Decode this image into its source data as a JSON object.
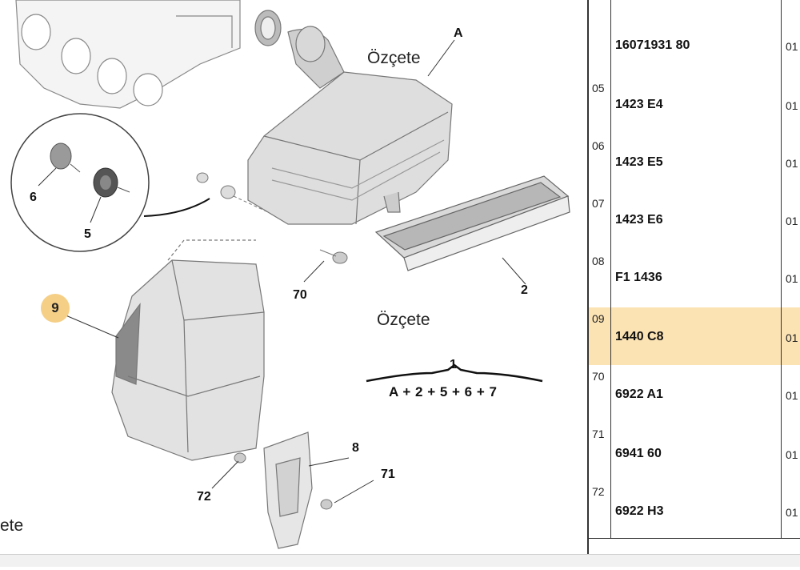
{
  "diagram": {
    "captions": [
      "Özçete",
      "Özçete",
      "ete"
    ],
    "callouts": [
      "A",
      "6",
      "5",
      "70",
      "2",
      "1",
      "8",
      "71",
      "72"
    ],
    "highlighted_callout": "9",
    "formula": "A + 2 + 5 + 6 + 7",
    "colors": {
      "highlight": "#f5cf86",
      "selected_row": "#fbe3b4"
    }
  },
  "parts_table": {
    "rows": [
      {
        "num": "",
        "ref": "16071931 80",
        "qty": "01",
        "selected": false
      },
      {
        "num": "05",
        "ref": "1423 E4",
        "qty": "01",
        "selected": false
      },
      {
        "num": "06",
        "ref": "1423 E5",
        "qty": "01",
        "selected": false
      },
      {
        "num": "07",
        "ref": "1423 E6",
        "qty": "01",
        "selected": false
      },
      {
        "num": "08",
        "ref": "F1 1436",
        "qty": "01",
        "selected": false
      },
      {
        "num": "09",
        "ref": "1440 C8",
        "qty": "01",
        "selected": true
      },
      {
        "num": "70",
        "ref": "6922 A1",
        "qty": "01",
        "selected": false
      },
      {
        "num": "71",
        "ref": "6941 60",
        "qty": "01",
        "selected": false
      },
      {
        "num": "72",
        "ref": "6922 H3",
        "qty": "01",
        "selected": false
      }
    ]
  }
}
